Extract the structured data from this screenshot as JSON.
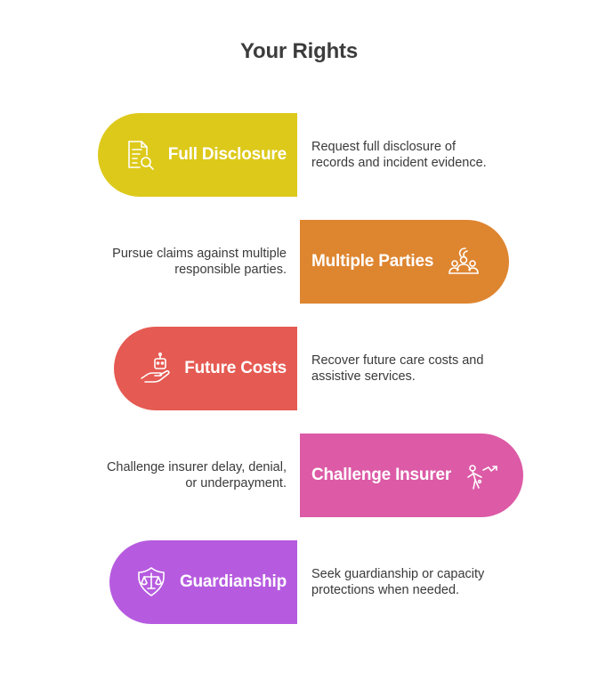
{
  "title": "Your Rights",
  "colors": {
    "full_disclosure": "#DDC91A",
    "multiple_parties": "#DE8530",
    "future_costs": "#E55A52",
    "challenge_insurer": "#DC5AA6",
    "guardianship": "#B65BDF"
  },
  "rights": [
    {
      "label": "Full Disclosure",
      "icon": "document-search-icon",
      "description_lines": [
        "Request full disclosure of",
        "records and incident evidence."
      ]
    },
    {
      "label": "Multiple Parties",
      "icon": "people-group-icon",
      "description_lines": [
        "Pursue claims against multiple",
        "responsible parties."
      ]
    },
    {
      "label": "Future Costs",
      "icon": "hand-robot-icon",
      "description_lines": [
        "Recover future care costs and",
        "assistive services."
      ]
    },
    {
      "label": "Challenge Insurer",
      "icon": "confrontation-icon",
      "description_lines": [
        "Challenge insurer delay, denial,",
        "or underpayment."
      ]
    },
    {
      "label": "Guardianship",
      "icon": "shield-scales-icon",
      "description_lines": [
        "Seek guardianship or capacity",
        "protections when needed."
      ]
    }
  ]
}
